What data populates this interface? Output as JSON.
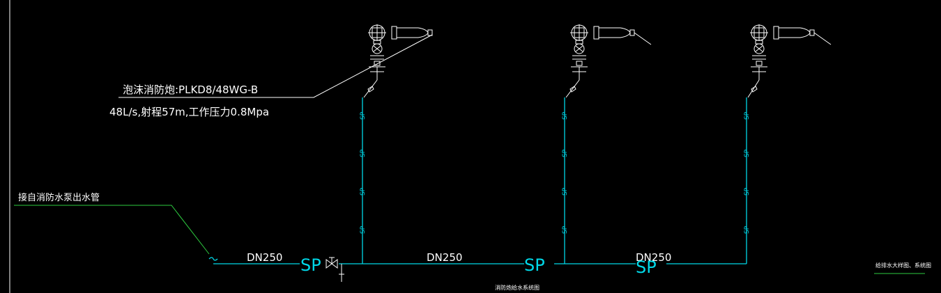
{
  "monitor": {
    "label_line1": "泡沫消防炮:PLKD8/48WG-B",
    "label_line2": "48L/s,射程57m,工作压力0.8Mpa"
  },
  "inlet": {
    "label": "接自消防水泵出水管"
  },
  "pipe": {
    "size_1": "DN250",
    "size_2": "DN250",
    "size_3": "DN250",
    "code_large_1": "SP",
    "code_large_2": "SP",
    "code_large_3": "SP",
    "riser_code": "SP"
  },
  "captions": {
    "system_title": "消防炮给水系统图",
    "right_title": "给排水大样图、系统图"
  },
  "colors": {
    "background": "#000000",
    "pipe": "#00d8e8",
    "leader": "#2ecc40",
    "equipment": "#ffffff",
    "text": "#ffffff"
  }
}
